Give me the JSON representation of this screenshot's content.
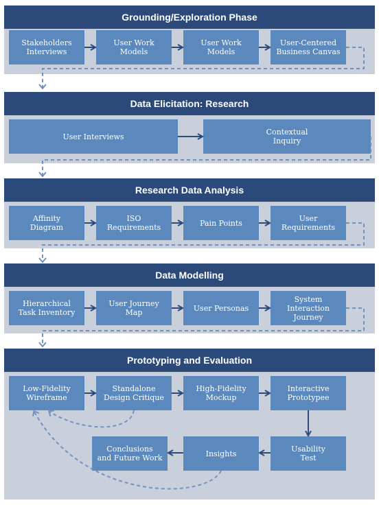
{
  "phases": [
    {
      "title": "Grounding/Exploration Phase",
      "steps": [
        "Stakeholders\nInterviews",
        "User Work\nModels",
        "User Work\nModels",
        "User-Centered\nBusiness Canvas"
      ]
    },
    {
      "title": "Data Elicitation: Research",
      "steps": [
        "User Interviews",
        "Contextual\nInquiry"
      ]
    },
    {
      "title": "Research Data Analysis",
      "steps": [
        "Affinity\nDiagram",
        "ISO\nRequirements",
        "Pain Points",
        "User\nRequirements"
      ]
    },
    {
      "title": "Data Modelling",
      "steps": [
        "Hierarchical\nTask Inventory",
        "User Journey\nMap",
        "User Personas",
        "System\nInteraction\nJourney"
      ]
    },
    {
      "title": "Prototyping and Evaluation",
      "steps": [
        "Low-Fidelity\nWireframe",
        "Standalone\nDesign Critique",
        "High-Fidelity\nMockup",
        "Interactive\nPrototypee",
        "Usability\nTest",
        "Insights",
        "Conclusions\nand Future Work"
      ]
    }
  ],
  "colors": {
    "header": "#2b4a7a",
    "band": "#c9d0dc",
    "box": "#5b89bd",
    "solid_arrow": "#2b4a7a",
    "dashed_arrow": "#6f92bf"
  }
}
